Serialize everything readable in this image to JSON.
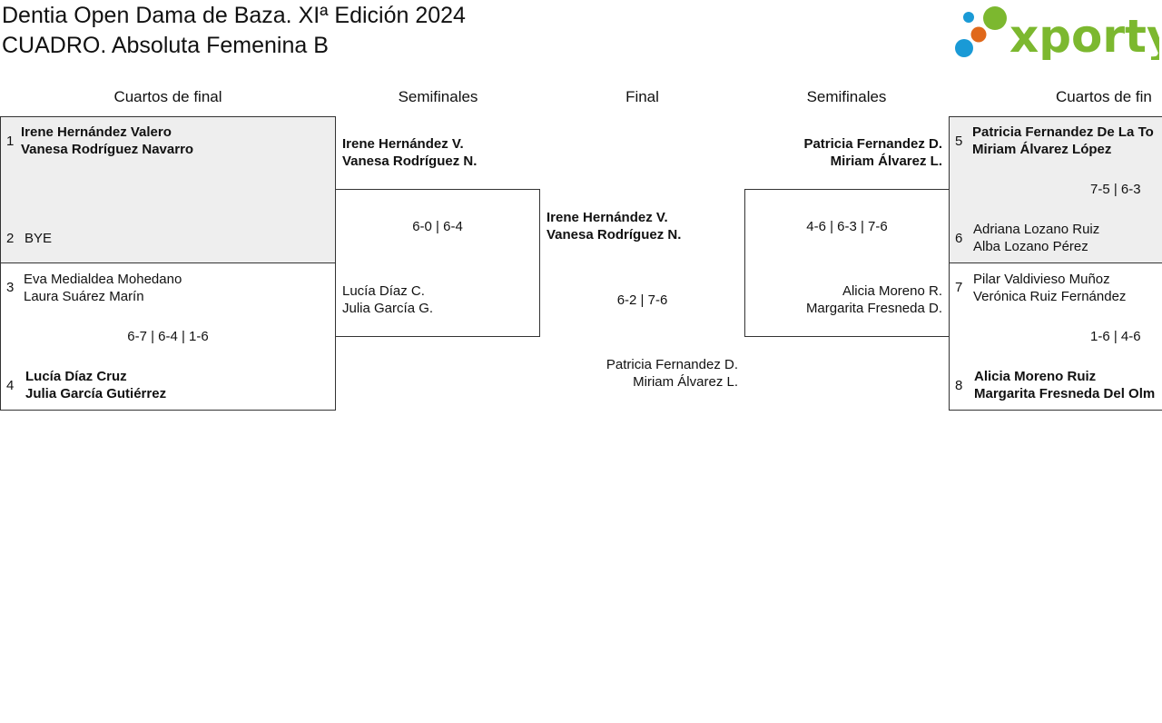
{
  "page": {
    "title_line1": "Dentia Open Dama de Baza. XIª Edición 2024",
    "title_line2": "CUADRO. Absoluta Femenina B",
    "logo_text": "xporty",
    "colors": {
      "logo_green": "#7cb82f",
      "logo_blue": "#1a9ad6",
      "logo_orange": "#e0681a",
      "shade": "#eeeeee"
    }
  },
  "rounds": {
    "left_quarter": "Cuartos de final",
    "left_semi": "Semifinales",
    "final": "Final",
    "right_semi": "Semifinales",
    "right_quarter": "Cuartos de fin"
  },
  "left_quarters": {
    "m1": {
      "seed_a": "1",
      "a1": "Irene Hernández Valero",
      "a2": "Vanesa Rodríguez Navarro",
      "seed_b": "2",
      "b1": "BYE"
    },
    "m2": {
      "seed_a": "3",
      "a1": "Eva Medialdea Mohedano",
      "a2": "Laura Suárez Marín",
      "score": "6-7 | 6-4 | 1-6",
      "seed_b": "4",
      "b1": "Lucía Díaz Cruz",
      "b2": "Julia García Gutiérrez"
    }
  },
  "left_semi": {
    "top1": "Irene Hernández V.",
    "top2": "Vanesa Rodríguez N.",
    "score": "6-0 | 6-4",
    "bot1": "Lucía Díaz C.",
    "bot2": "Julia García G."
  },
  "final": {
    "top1": "Irene Hernández V.",
    "top2": "Vanesa Rodríguez N.",
    "score": "6-2 | 7-6",
    "bot1": "Patricia Fernandez D.",
    "bot2": "Miriam Álvarez L."
  },
  "right_semi": {
    "top1": "Patricia Fernandez D.",
    "top2": "Miriam Álvarez L.",
    "score": "4-6 | 6-3 | 7-6",
    "bot1": "Alicia Moreno R.",
    "bot2": "Margarita Fresneda D."
  },
  "right_quarters": {
    "m1": {
      "seed_a": "5",
      "a1": "Patricia Fernandez De La To",
      "a2": "Miriam Álvarez López",
      "score": "7-5 | 6-3",
      "seed_b": "6",
      "b1": "Adriana Lozano Ruiz",
      "b2": "Alba Lozano Pérez"
    },
    "m2": {
      "seed_a": "7",
      "a1": "Pilar Valdivieso Muñoz",
      "a2": "Verónica Ruiz Fernández",
      "score": "1-6 | 4-6",
      "seed_b": "8",
      "b1": "Alicia Moreno Ruiz",
      "b2": "Margarita Fresneda Del Olm"
    }
  }
}
